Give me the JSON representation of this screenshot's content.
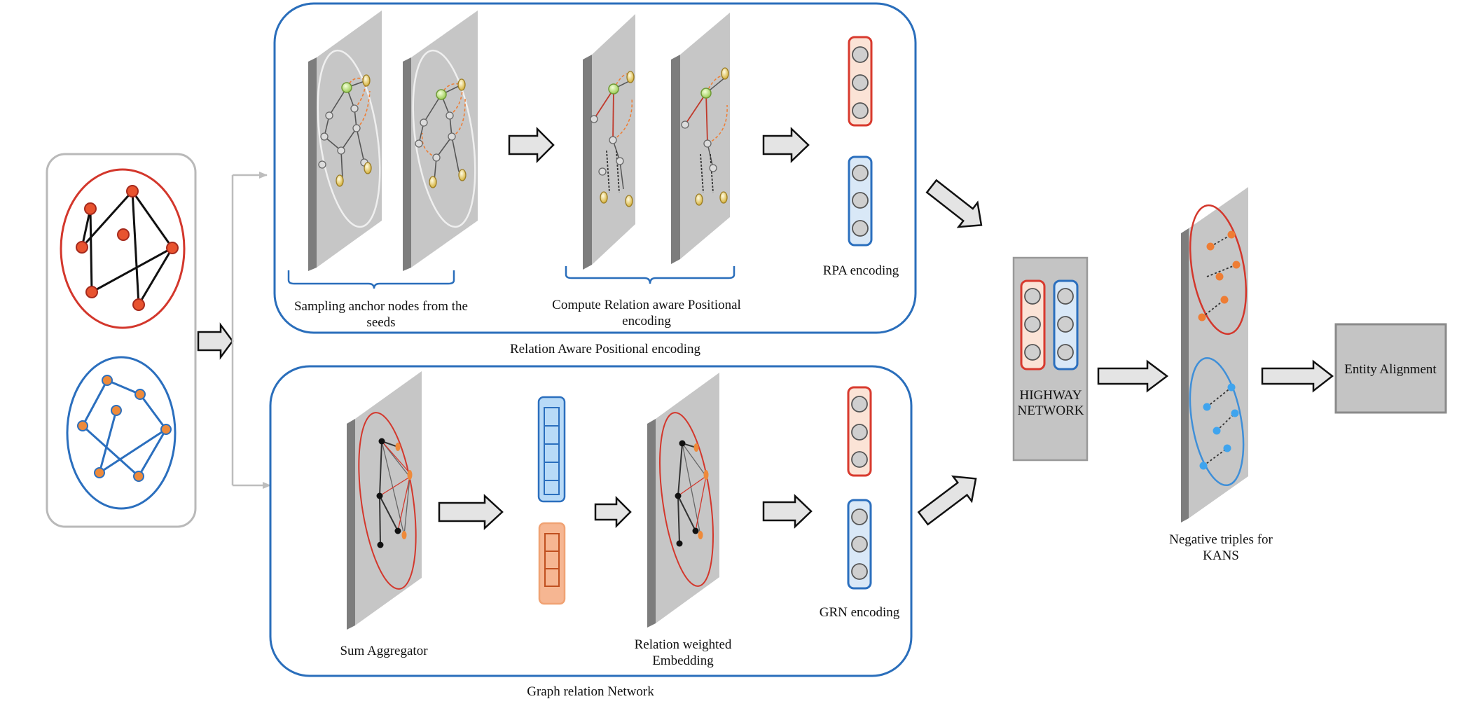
{
  "labels": {
    "sampling_line1": "Sampling anchor nodes from the",
    "sampling_line2": "seeds",
    "compute_line1": "Compute Relation aware Positional",
    "compute_line2": "encoding",
    "rpa_encoding": "RPA encoding",
    "rape_caption": "Relation Aware Positional encoding",
    "sum_aggregator": "Sum Aggregator",
    "rwe_line1": "Relation weighted",
    "rwe_line2": "Embedding",
    "grn_encoding": "GRN encoding",
    "grn_caption": "Graph relation Network",
    "highway_line1": "HIGHWAY",
    "highway_line2": "NETWORK",
    "neg_line1": "Negative triples for",
    "neg_line2": "KANS",
    "entity_alignment": "Entity Alignment"
  },
  "colors": {
    "panel_border": "#2a6ebb",
    "input_border": "#b9b9b9",
    "red": "#d83a2e",
    "orange": "#ee7d34",
    "blue": "#2b6fbe",
    "light_blue": "#3fa4ee",
    "pane": "#c6c6c6",
    "pane_side": "#7d7d7d",
    "arrow_fill": "#e4e4e4",
    "box_fill": "#c4c4c4"
  },
  "icons": {
    "arrow": "block-arrow-icon",
    "bracket": "curly-brace-icon",
    "vector": "embedding-vector-icon",
    "pane": "graph-plane-icon"
  }
}
